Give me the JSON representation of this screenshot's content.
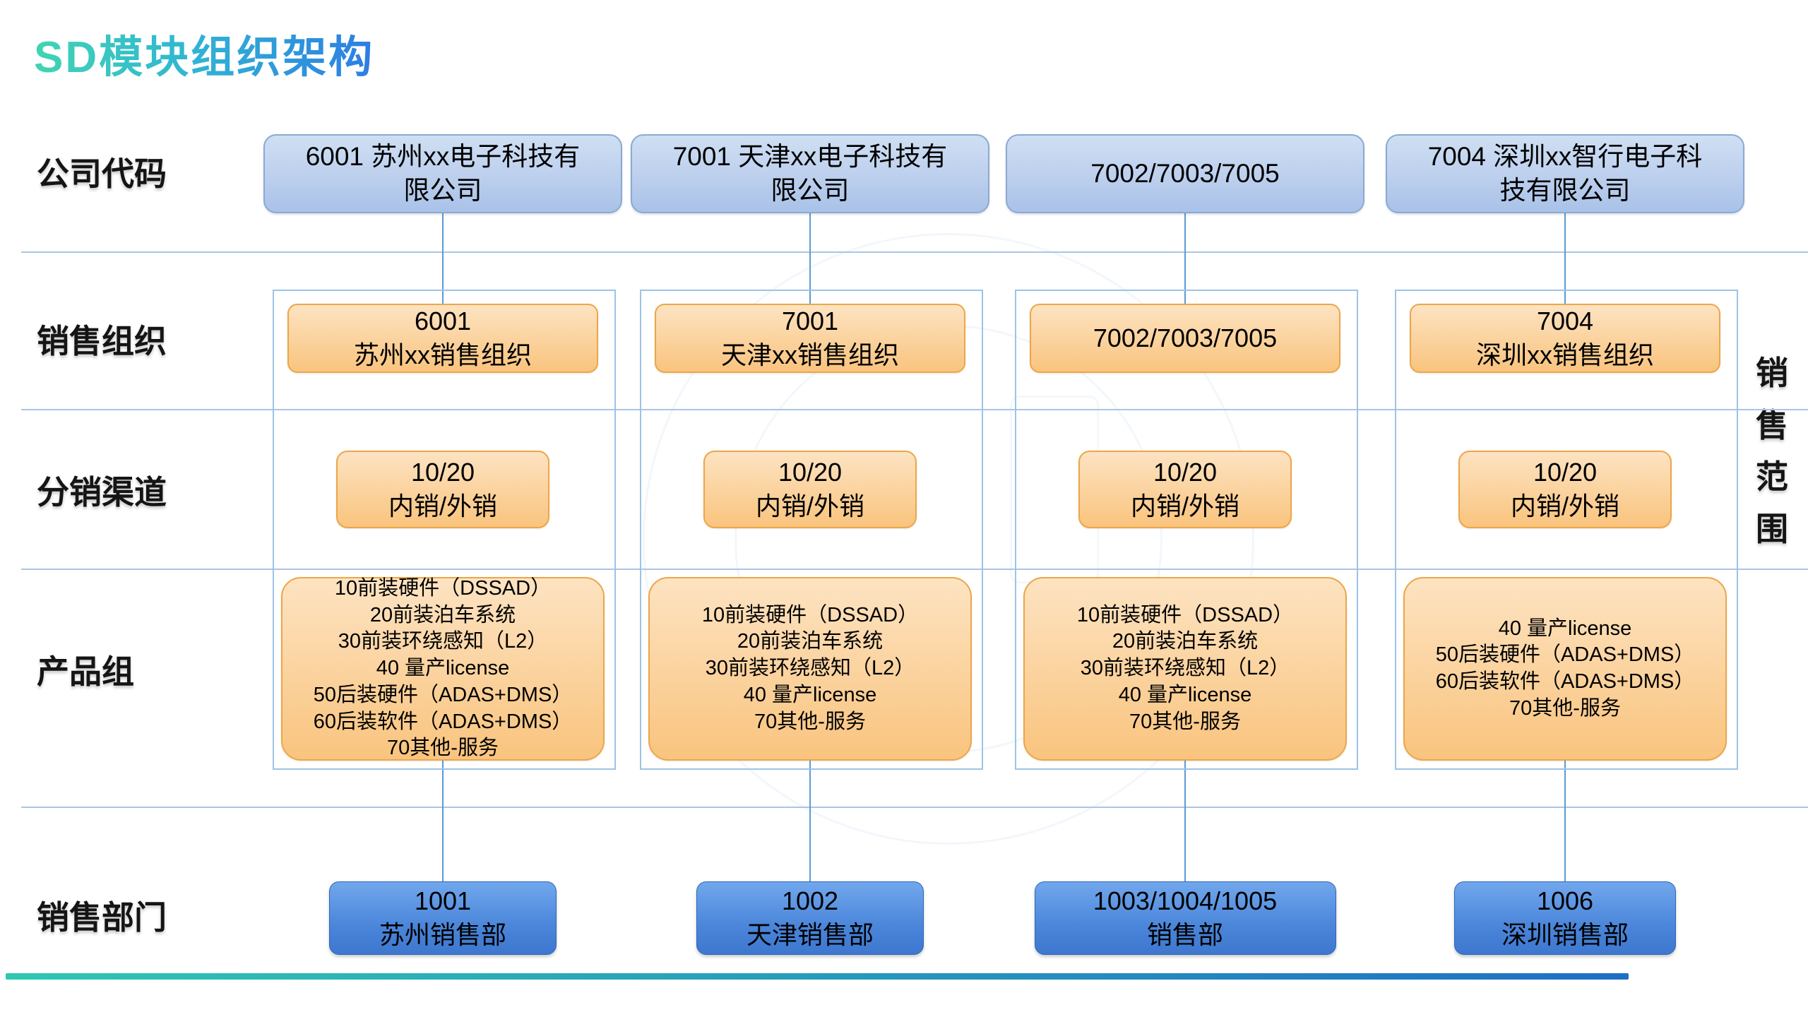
{
  "title": "SD模块组织架构",
  "row_labels": {
    "company_code": "公司代码",
    "sales_org": "销售组织",
    "dist_channel": "分销渠道",
    "product_group": "产品组",
    "sales_dept": "销售部门"
  },
  "side_label": "销售范围",
  "columns": [
    {
      "company_code": [
        "6001 苏州xx电子科技有",
        "限公司"
      ],
      "sales_org": [
        "6001",
        "苏州xx销售组织"
      ],
      "dist_channel": [
        "10/20",
        "内销/外销"
      ],
      "product_group": [
        "10前装硬件（DSSAD）",
        "20前装泊车系统",
        "30前装环绕感知（L2）",
        "40 量产license",
        "50后装硬件（ADAS+DMS）",
        "60后装软件（ADAS+DMS）",
        "70其他-服务"
      ],
      "sales_dept": [
        "1001",
        "苏州销售部"
      ]
    },
    {
      "company_code": [
        "7001 天津xx电子科技有",
        "限公司"
      ],
      "sales_org": [
        "7001",
        "天津xx销售组织"
      ],
      "dist_channel": [
        "10/20",
        "内销/外销"
      ],
      "product_group": [
        "10前装硬件（DSSAD）",
        "20前装泊车系统",
        "30前装环绕感知（L2）",
        "40 量产license",
        "70其他-服务"
      ],
      "sales_dept": [
        "1002",
        "天津销售部"
      ]
    },
    {
      "company_code": [
        "7002/7003/7005"
      ],
      "sales_org": [
        "7002/7003/7005"
      ],
      "dist_channel": [
        "10/20",
        "内销/外销"
      ],
      "product_group": [
        "10前装硬件（DSSAD）",
        "20前装泊车系统",
        "30前装环绕感知（L2）",
        "40 量产license",
        "70其他-服务"
      ],
      "sales_dept": [
        "1003/1004/1005",
        "销售部"
      ]
    },
    {
      "company_code": [
        "7004 深圳xx智行电子科",
        "技有限公司"
      ],
      "sales_org": [
        "7004",
        "深圳xx销售组织"
      ],
      "dist_channel": [
        "10/20",
        "内销/外销"
      ],
      "product_group": [
        "40 量产license",
        "50后装硬件（ADAS+DMS）",
        "60后装软件（ADAS+DMS）",
        "70其他-服务"
      ],
      "sales_dept": [
        "1006",
        "深圳销售部"
      ]
    }
  ],
  "colors": {
    "title_gradient_start": "#40d5b2",
    "title_gradient_end": "#2c7de4",
    "company_box_fill_top": "#cfdff3",
    "company_box_fill_bottom": "#a9c2e8",
    "company_box_border": "#8aa9d6",
    "orange_box_fill_top": "#fde3c2",
    "orange_box_fill_bottom": "#f9c47e",
    "orange_box_border": "#eda648",
    "dept_box_fill_top": "#71a7ec",
    "dept_box_fill_bottom": "#3d77cf",
    "dept_box_border": "#2f66b8",
    "connector": "#5b9bd5",
    "divider": "#aac6e4",
    "column_outline": "#9dc3e6",
    "bottom_bar_start": "#2fc7b2",
    "bottom_bar_end": "#1e6fc4"
  }
}
